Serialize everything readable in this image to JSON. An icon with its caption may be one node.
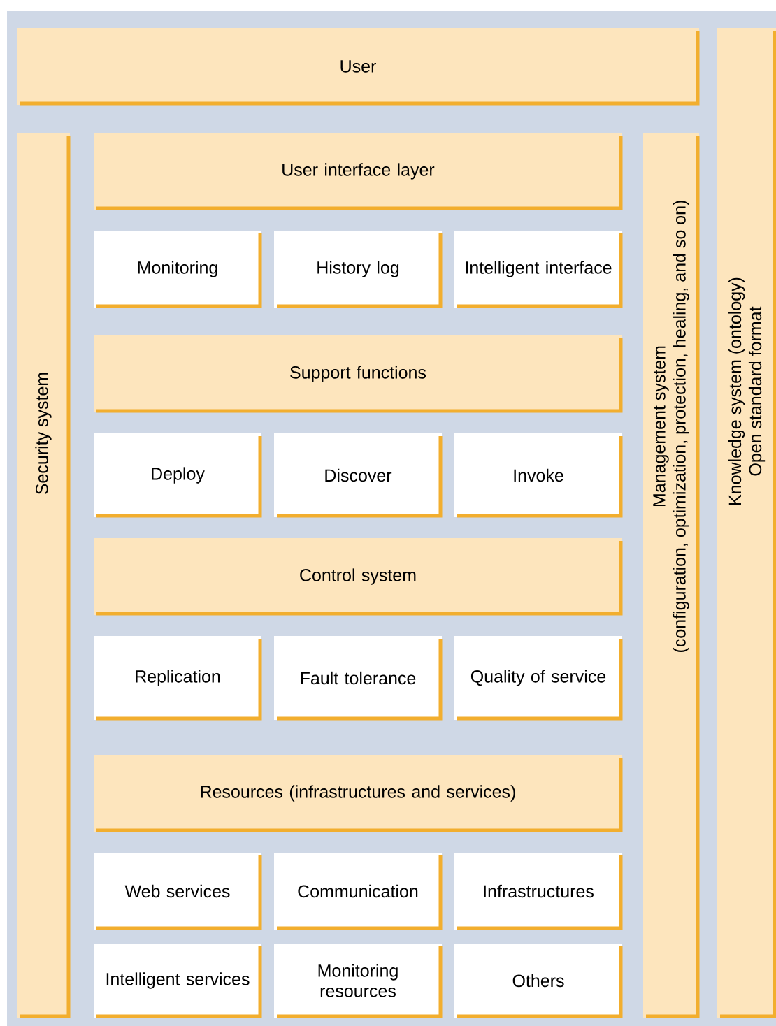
{
  "diagram": {
    "nodes": [
      {
        "text": [
          "User"
        ]
      },
      {
        "text": [
          "Knowledge system (ontology)",
          "Open standard format"
        ]
      },
      {
        "text": [
          "Security system"
        ]
      },
      {
        "text": [
          "User interface layer"
        ]
      },
      {
        "text": [
          "Monitoring"
        ]
      },
      {
        "text": [
          "History log"
        ]
      },
      {
        "text": [
          "Intelligent interface"
        ]
      },
      {
        "text": [
          "Support functions"
        ]
      },
      {
        "text": [
          "Deploy"
        ]
      },
      {
        "text": [
          "Discover"
        ]
      },
      {
        "text": [
          "Invoke"
        ]
      },
      {
        "text": [
          "Control system"
        ]
      },
      {
        "text": [
          "Replication"
        ]
      },
      {
        "text": [
          "Fault tolerance"
        ]
      },
      {
        "text": [
          "Quality of service"
        ]
      },
      {
        "text": [
          "Resources (infrastructures and services)"
        ]
      },
      {
        "text": [
          "Web services"
        ]
      },
      {
        "text": [
          "Communication"
        ]
      },
      {
        "text": [
          "Infrastructures"
        ]
      },
      {
        "text": [
          "Intelligent services"
        ]
      },
      {
        "text": [
          "Monitoring resources"
        ]
      },
      {
        "text": [
          "Others"
        ]
      },
      {
        "text": [
          "Management system",
          "(configuration, optimization, protection, healing, and so on)"
        ]
      }
    ]
  }
}
